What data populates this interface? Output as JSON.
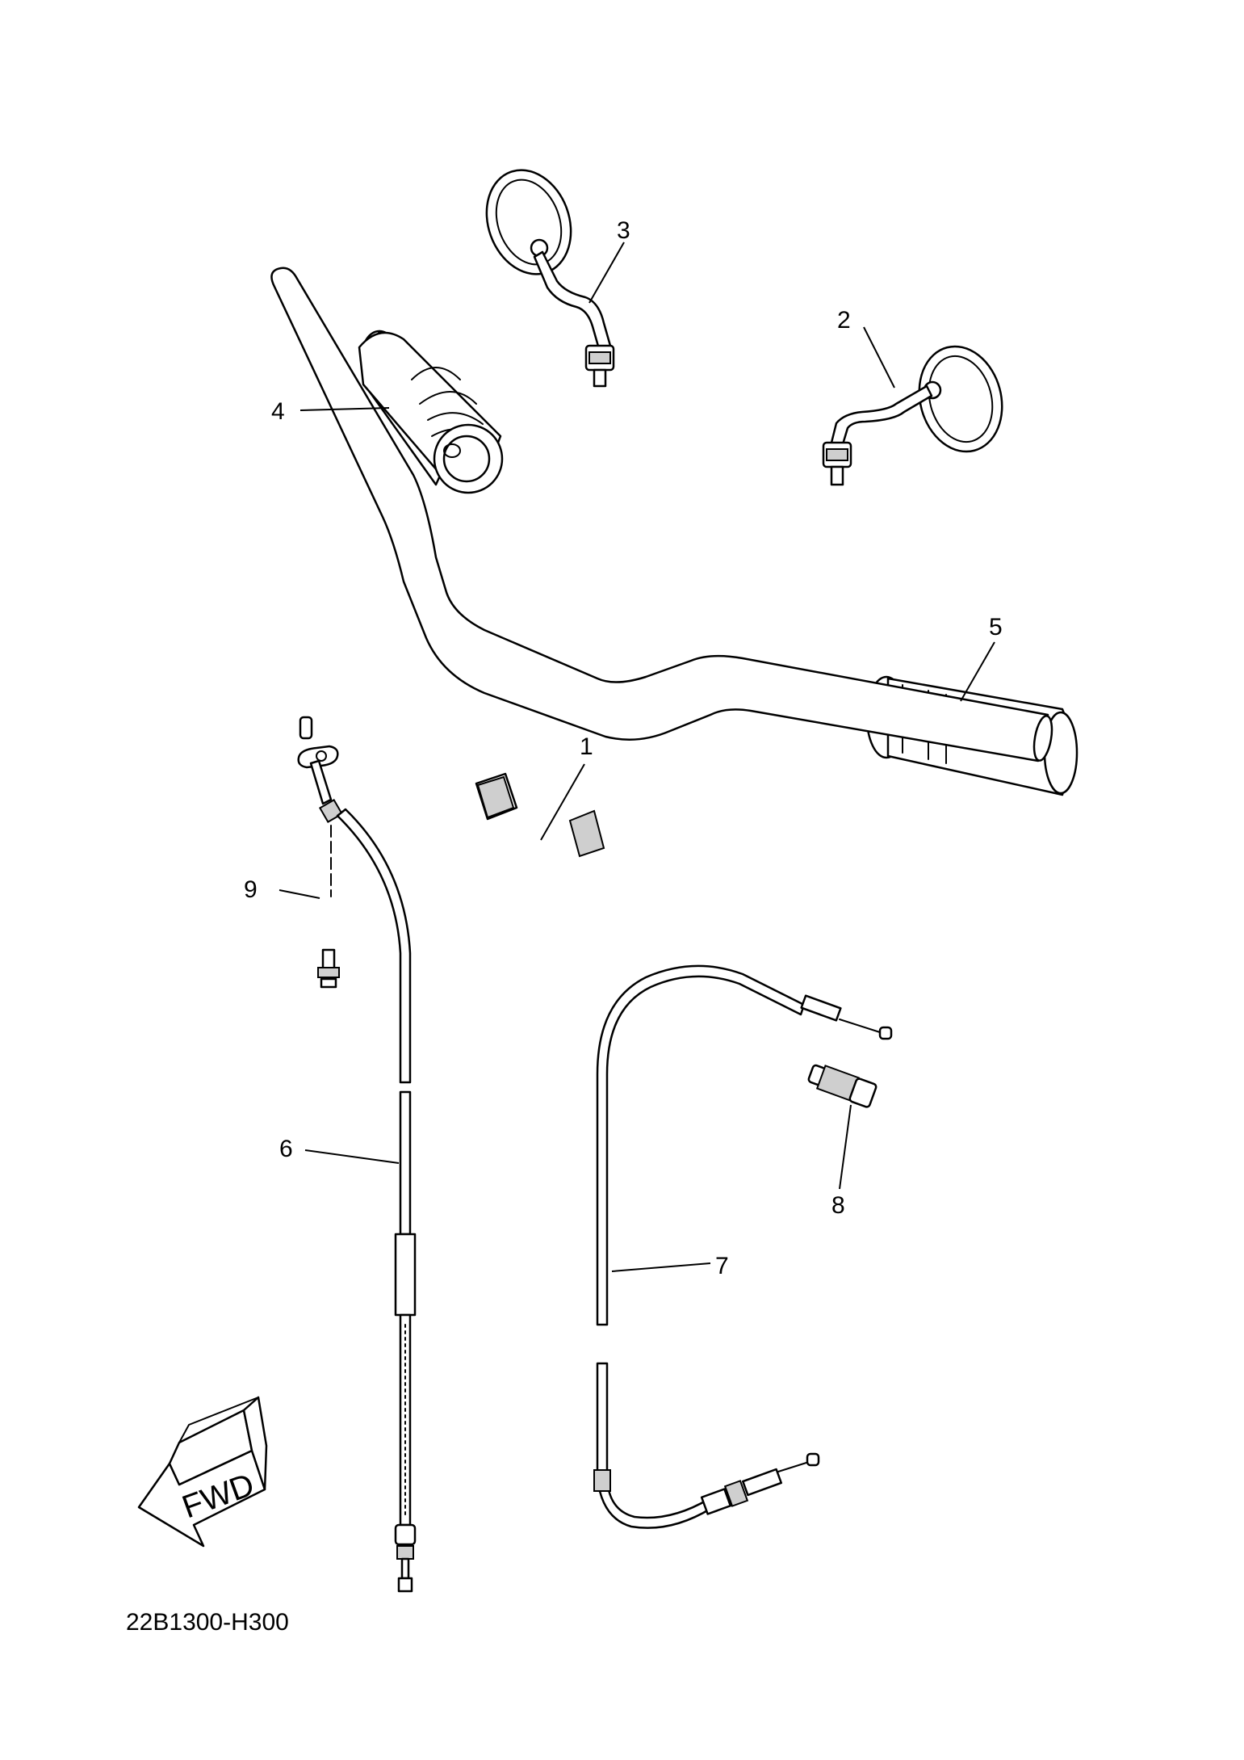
{
  "diagram": {
    "reference_code": "22B1300-H300",
    "direction_label": "FWD",
    "callouts": [
      {
        "id": "callout-1",
        "label": "1"
      },
      {
        "id": "callout-2",
        "label": "2"
      },
      {
        "id": "callout-3",
        "label": "3"
      },
      {
        "id": "callout-4",
        "label": "4"
      },
      {
        "id": "callout-5",
        "label": "5"
      },
      {
        "id": "callout-6",
        "label": "6"
      },
      {
        "id": "callout-7",
        "label": "7"
      },
      {
        "id": "callout-8",
        "label": "8"
      },
      {
        "id": "callout-9",
        "label": "9"
      }
    ]
  }
}
